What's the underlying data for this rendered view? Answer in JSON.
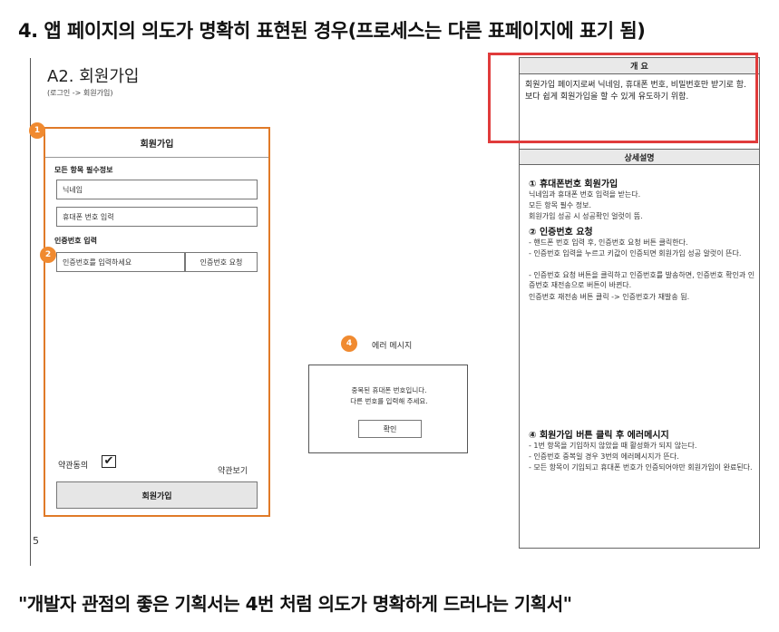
{
  "main_title": "4. 앱 페이지의 의도가 명확히 표현된 경우(프로세스는 다른 표페이지에 표기 됨)",
  "screen_id": "A2. 회원가입",
  "screen_path": "(로그인 -> 회원가입)",
  "page_number": "5",
  "phone": {
    "header": "회원가입",
    "required_label": "모든 항목 필수정보",
    "nickname_placeholder": "닉네임",
    "phone_placeholder": "휴대폰 번호 입력",
    "verify_label": "인증번호 입력",
    "verify_placeholder": "인증번호를 입력하세요",
    "verify_button": "인증번호 요청",
    "agree_label": "약관동의",
    "checkbox_mark": "✔",
    "terms_link": "약관보기",
    "signup_button": "회원가입"
  },
  "badges": {
    "b1": "1",
    "b2": "2",
    "b4": "4"
  },
  "error": {
    "label": "에러 메시지",
    "line1": "중복된 휴대폰 번호입니다.",
    "line2": "다른 번호를 입력해 주세요.",
    "confirm": "확인"
  },
  "panel": {
    "overview_title": "개        요",
    "overview_text": "회원가입 페이지로써 닉네임, 휴대폰 번호, 비밀번호만 받기로 함. 보다 쉽게 회원가입을 할 수 있게 유도하기 위함.",
    "detail_title": "상세설명",
    "sec1_title": "① 휴대폰번호 회원가입",
    "sec1_l1": "닉네임과 휴대폰 번호 입력을 받는다.",
    "sec1_l2": "모든 항목 필수 정보.",
    "sec1_l3": "회원가입 성공 시 성공확인 얼럿이 뜸.",
    "sec2_title": "② 인증번호 요청",
    "sec2_l1": "- 핸드폰 번호 입력 후, 인증번호 요청 버튼 클릭한다.",
    "sec2_l2": "- 인증번호 입력을 누르고 키값이 인증되면 회원가입 성공 알럿이 뜬다.",
    "sec2_l3": "- 인증번호 요청 버튼을 클릭하고 인증번호를 발송하면, 인증번호 확인과 인증번호 재전송으로 버튼이 바뀐다.",
    "sec2_l4": "인증번호 재전송 버튼 클릭 -> 인증번호가 재발송 됨.",
    "sec4_title": "④ 회원가입 버튼 클릭 후 에러메시지",
    "sec4_l1": "- 1번 항목을 기입하지 않았을 때 활성화가 되지 않는다.",
    "sec4_l2": "- 인증번호 중복일 경우 3번의 에러메시지가 뜬다.",
    "sec4_l3": "- 모든 항목이 기입되고 휴대폰 번호가 인증되어야만 회원가입이 완료된다."
  },
  "quote": "\"개발자 관점의 좋은 기획서는 4번 처럼 의도가 명확하게 드러나는 기획서\""
}
